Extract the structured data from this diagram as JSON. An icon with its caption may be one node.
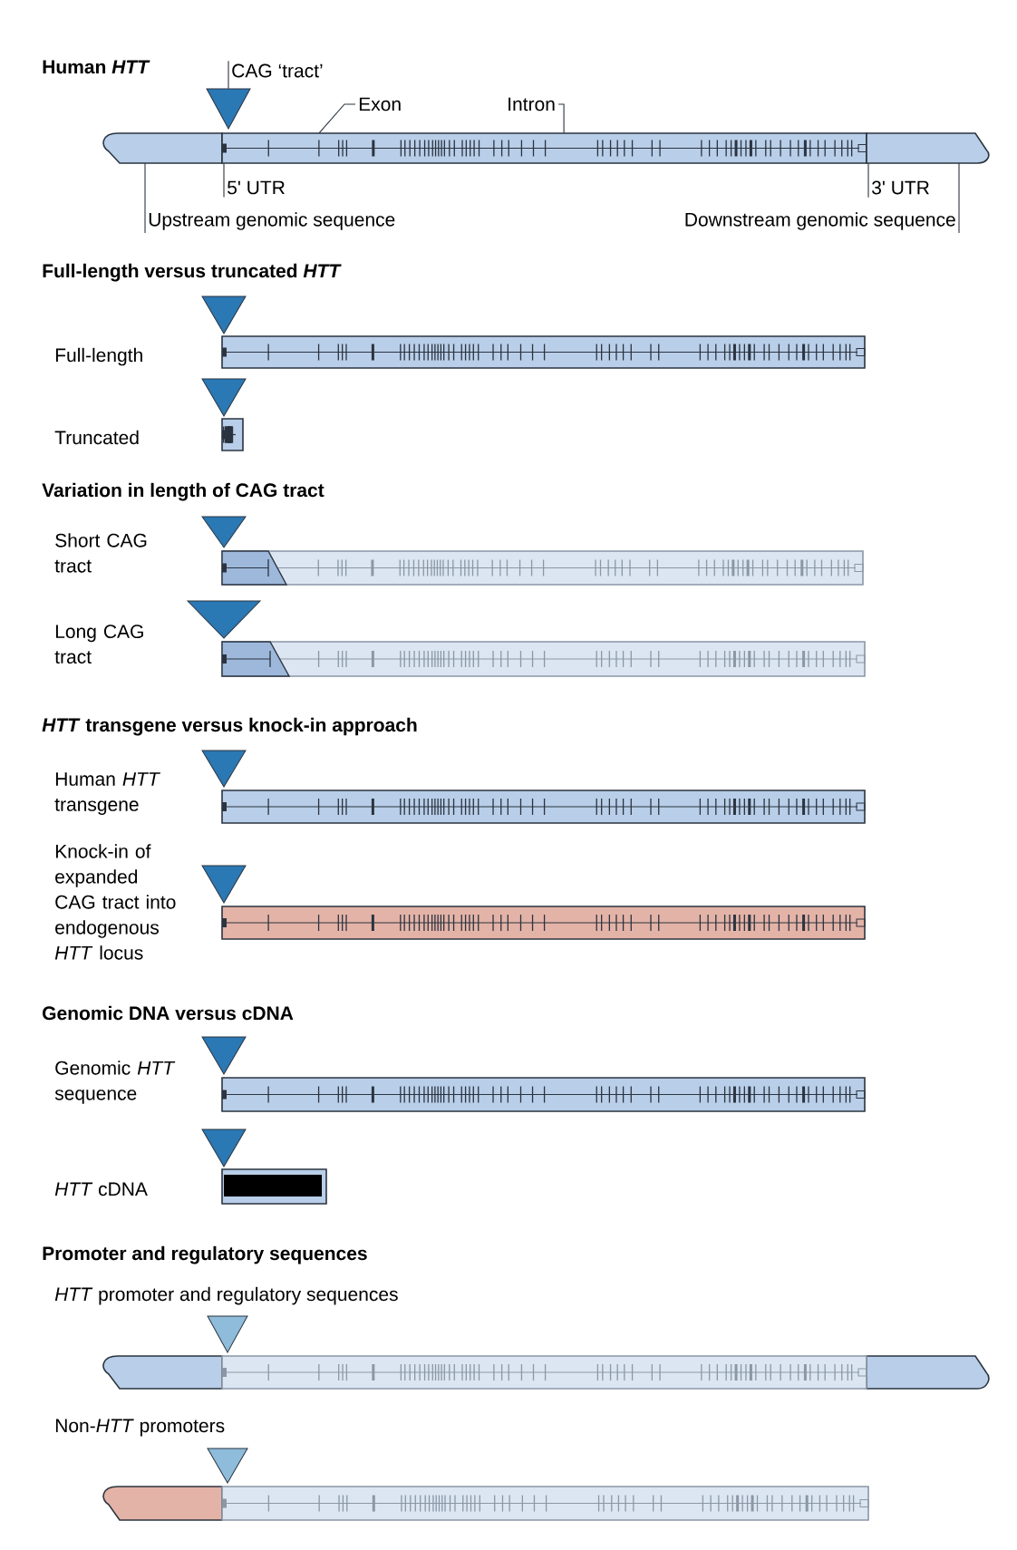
{
  "diagram": {
    "nodes": [
      {
        "text": [
          "CAG ‘tract’"
        ]
      },
      {
        "text": [
          "Exon"
        ]
      },
      {
        "text": [
          "Intron"
        ]
      },
      {
        "text": [
          "5' UTR"
        ]
      },
      {
        "text": [
          "3' UTR"
        ]
      },
      {
        "text": [
          "Upstream genomic sequence"
        ]
      },
      {
        "text": [
          "Downstream genomic sequence"
        ]
      },
      {
        "text": [],
        "shape": "triangle"
      },
      {
        "text": [],
        "shape": "bar"
      },
      {
        "text": [],
        "shape": "bar"
      },
      {
        "text": [],
        "shape": "bar"
      }
    ],
    "edges": [
      {
        "from": 0,
        "to": 7,
        "arrow": "none"
      },
      {
        "from": 1,
        "to": 9,
        "arrow": "none"
      },
      {
        "from": 2,
        "to": 9,
        "arrow": "none"
      },
      {
        "from": 3,
        "to": 9,
        "arrow": "none"
      },
      {
        "from": 4,
        "to": 9,
        "arrow": "none"
      },
      {
        "from": 5,
        "to": 8,
        "arrow": "none"
      },
      {
        "from": 6,
        "to": 10,
        "arrow": "none"
      }
    ],
    "labels": [
      "Human *HTT*",
      "Full-length versus truncated *HTT*",
      "Full-length",
      "Truncated",
      "Variation in length of CAG tract",
      "Short CAG tract",
      "Long CAG tract",
      "*HTT* transgene versus knock-in approach",
      "Human *HTT* transgene",
      "Knock-in of expanded CAG tract into endogenous *HTT* locus",
      "Genomic DNA versus cDNA",
      "Genomic *HTT* sequence",
      "*HTT* cDNA",
      "Promoter and regulatory sequences",
      "*HTT* promoter and regulatory sequences",
      "Non-*HTT* promoters"
    ]
  }
}
